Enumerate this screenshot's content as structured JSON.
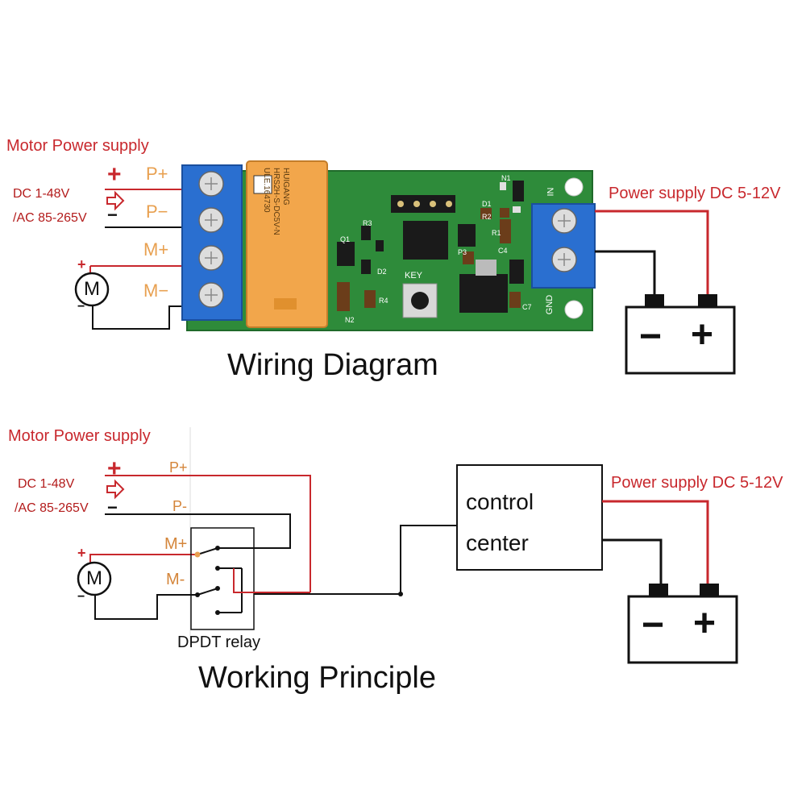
{
  "wiring": {
    "motor_supply_label": "Motor Power supply",
    "dc_label": "DC 1-48V",
    "ac_label": "/AC 85-265V",
    "plus_sign": "+",
    "minus_sign": "−",
    "terminals": [
      "P+",
      "P−",
      "M+",
      "M−"
    ],
    "power_supply_label": "Power supply DC 5-12V",
    "title": "Wiring Diagram",
    "motor_symbol": "M",
    "board": {
      "relay_brand": "HUIGANG",
      "relay_model": "HRS2H-S-DC5V-N",
      "relay_cert": "ULE.164730",
      "key_label": "KEY",
      "in_label": "IN",
      "gnd_label": "GND",
      "silk": [
        "R3",
        "Q1",
        "D2",
        "R4",
        "N2",
        "N1",
        "D1",
        "R2",
        "R1",
        "P3",
        "C4",
        "C7"
      ]
    },
    "battery_minus": "−",
    "battery_plus": "+"
  },
  "principle": {
    "motor_supply_label": "Motor Power supply",
    "dc_label": "DC 1-48V",
    "ac_label": "/AC 85-265V",
    "plus_sign": "+",
    "minus_sign": "−",
    "terminals": [
      "P+",
      "P-",
      "M+",
      "M-"
    ],
    "relay_label": "DPDT relay",
    "control_center": [
      "control",
      "center"
    ],
    "power_supply_label": "Power supply DC 5-12V",
    "title": "Working Principle",
    "motor_symbol": "M",
    "battery_minus": "−",
    "battery_plus": "+"
  },
  "colors": {
    "wire_red": "#c8282d",
    "wire_black": "#111111",
    "terminal_orange": "#e8a050",
    "pcb_green": "#2e8b3a",
    "terminal_blue": "#2a6fd0",
    "relay_orange": "#f2a64b"
  }
}
